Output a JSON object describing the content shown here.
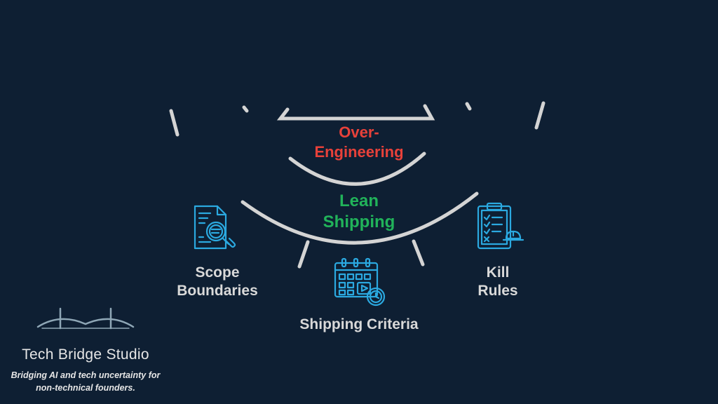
{
  "diagram": {
    "top_label": [
      "Over-",
      "Engineering"
    ],
    "middle_label": [
      "Lean",
      "Shipping"
    ],
    "pillars": [
      {
        "label": [
          "Scope",
          "Boundaries"
        ],
        "icon": "document-search-icon"
      },
      {
        "label": [
          "Shipping Criteria"
        ],
        "icon": "calendar-play-clock-icon"
      },
      {
        "label": [
          "Kill",
          "Rules"
        ],
        "icon": "clipboard-checklist-icon"
      }
    ]
  },
  "brand": {
    "name": "Tech Bridge Studio",
    "tagline_line1": "Bridging AI and tech uncertainty for",
    "tagline_line2": "non-technical founders.",
    "logo_icon": "bridge-logo-icon"
  },
  "colors": {
    "background": "#0e1f33",
    "accent_red": "#e8413a",
    "accent_green": "#21b35a",
    "icon_blue": "#2ba9e0",
    "line_light": "#d4d4d4"
  }
}
